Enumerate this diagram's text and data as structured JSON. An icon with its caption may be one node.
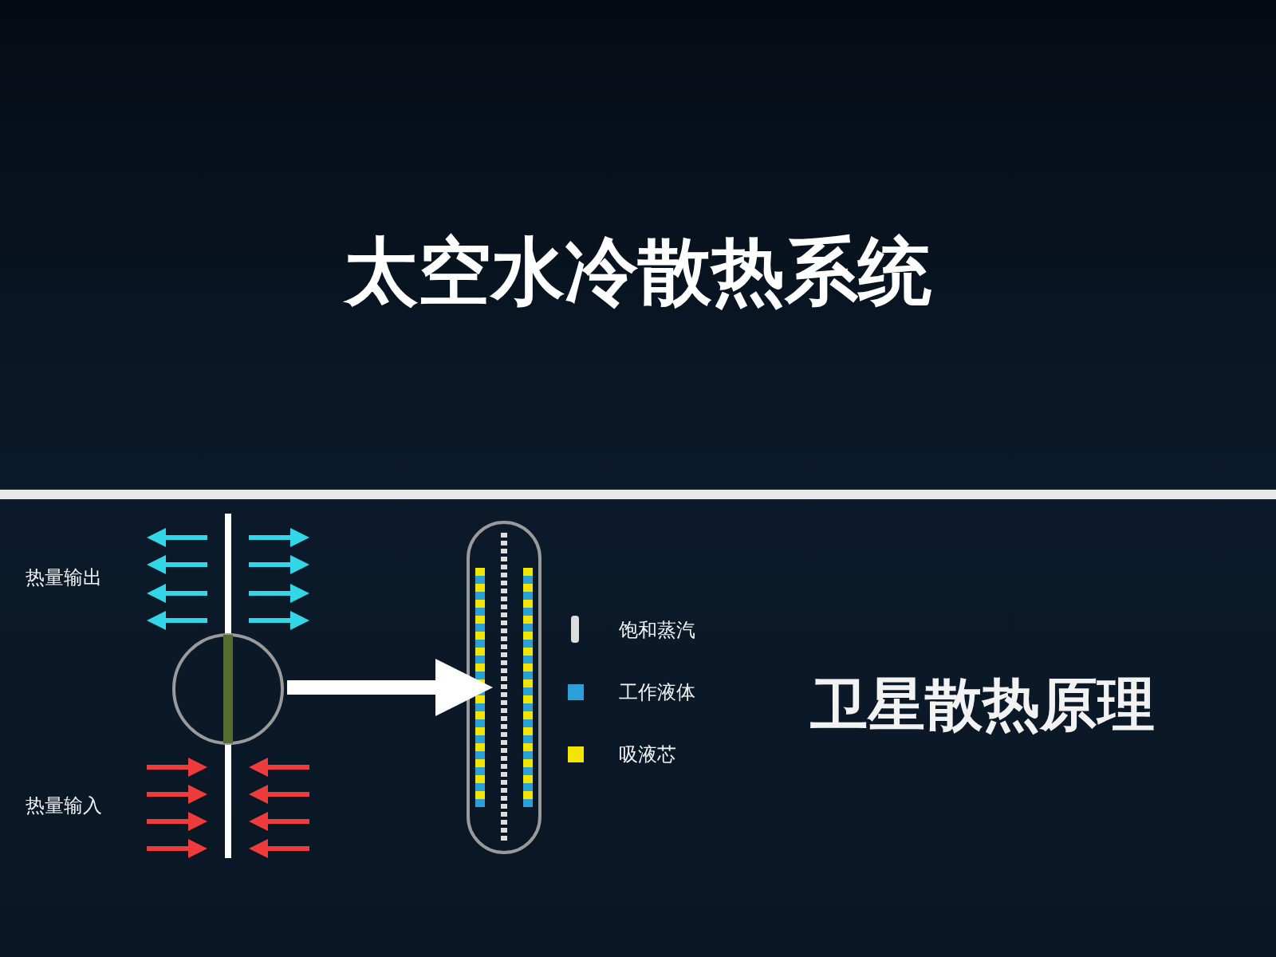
{
  "diagram": {
    "title": "太空水冷散热系统",
    "nodes": [
      {
        "text": [],
        "shape": "circle"
      },
      {
        "text": [],
        "shape": "capsule"
      }
    ],
    "edges": [
      {
        "from": 0,
        "to": 1,
        "arrow": "to"
      }
    ],
    "labels": [
      "热量输出",
      "热量输入",
      "卫星散热原理"
    ],
    "legend": [
      {
        "text": "饱和蒸汽"
      },
      {
        "text": "工作液体",
        "color": "#2a9fd8"
      },
      {
        "text": "吸液芯",
        "color": "#f2e600"
      }
    ]
  }
}
